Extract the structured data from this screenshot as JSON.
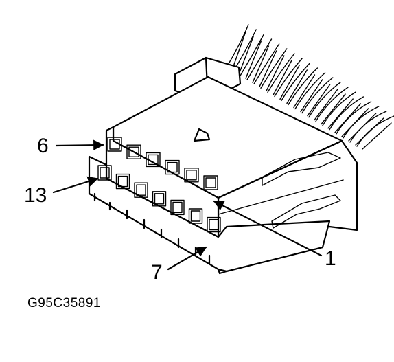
{
  "callouts": [
    {
      "id": "pin-6",
      "label": "6"
    },
    {
      "id": "pin-13",
      "label": "13"
    },
    {
      "id": "pin-7",
      "label": "7"
    },
    {
      "id": "pin-1",
      "label": "1"
    }
  ],
  "figure_id": "G95C35891"
}
